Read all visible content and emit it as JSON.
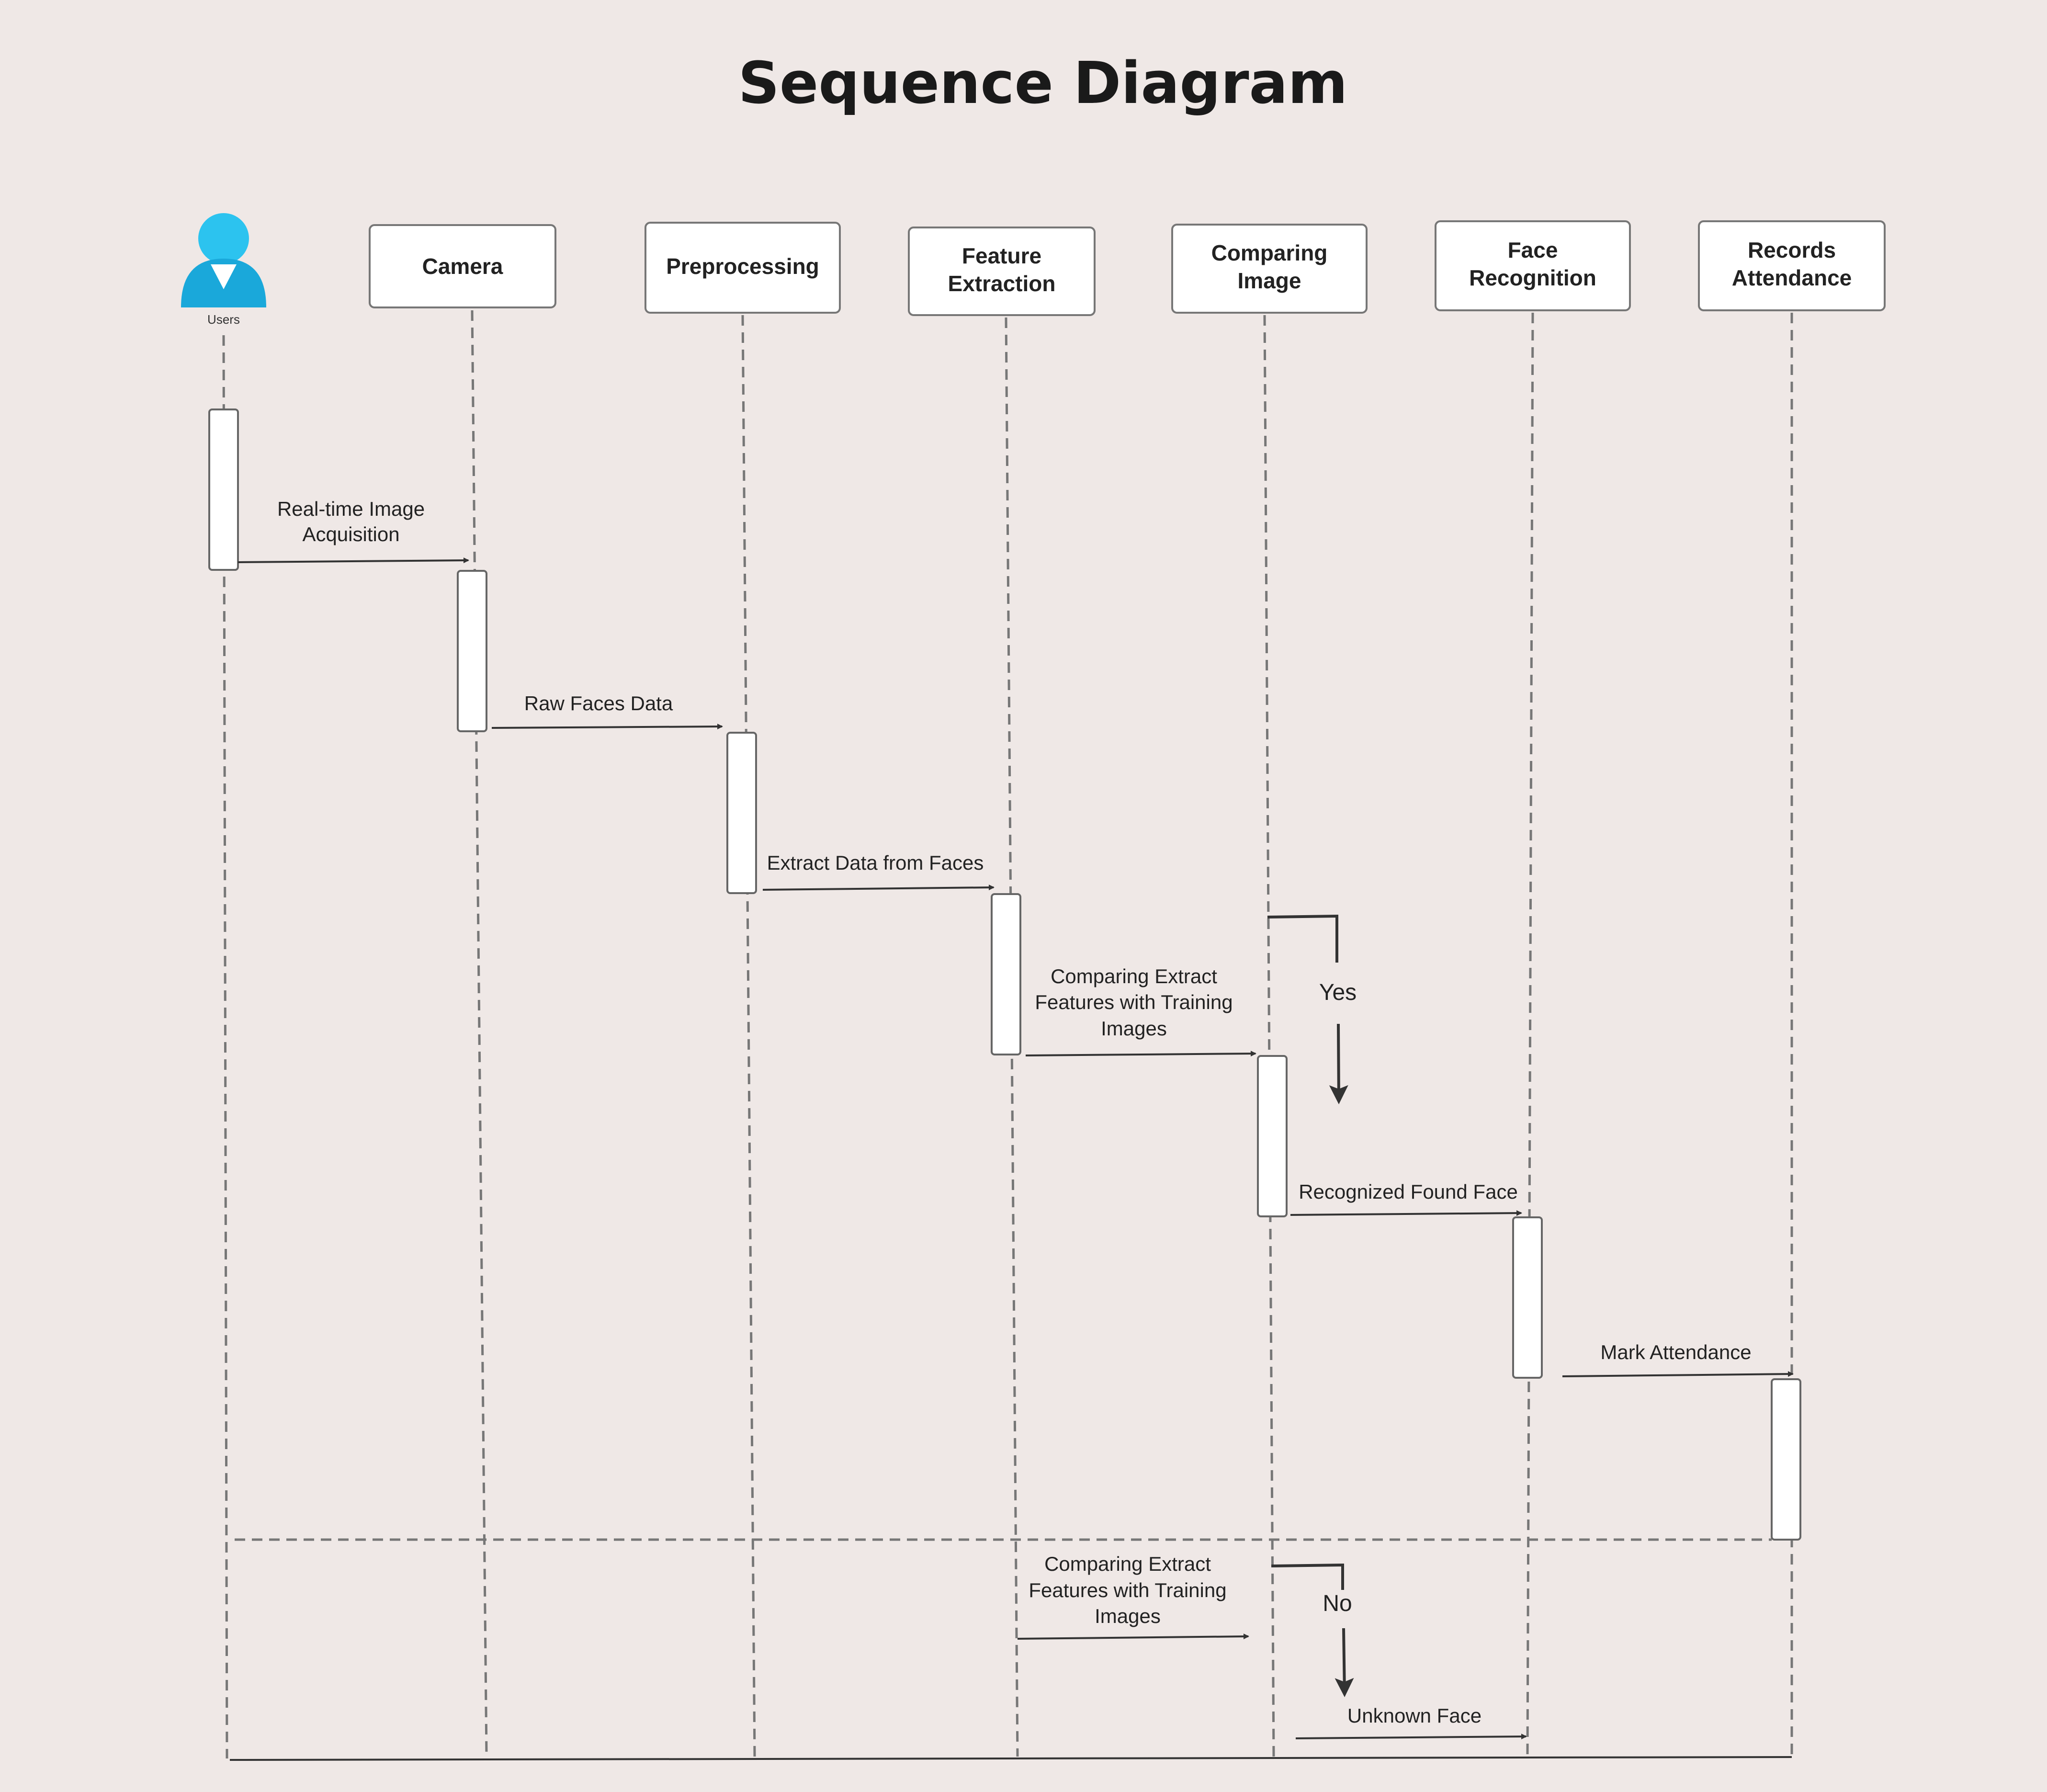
{
  "title": "Sequence Diagram",
  "actor": {
    "label": "Users",
    "icon": "user-icon",
    "color": "#22b4e6"
  },
  "participants": [
    {
      "id": "camera",
      "lines": [
        "Camera"
      ]
    },
    {
      "id": "preprocessing",
      "lines": [
        "Preprocessing"
      ]
    },
    {
      "id": "feature-extraction",
      "lines": [
        "Feature",
        "Extraction"
      ]
    },
    {
      "id": "comparing-image",
      "lines": [
        "Comparing",
        "Image"
      ]
    },
    {
      "id": "face-recognition",
      "lines": [
        "Face",
        "Recognition"
      ]
    },
    {
      "id": "records-attendance",
      "lines": [
        "Records",
        "Attendance"
      ]
    }
  ],
  "messages": [
    {
      "id": "real-time-image-acquisition",
      "lines": [
        "Real-time Image",
        "Acquisition"
      ]
    },
    {
      "id": "raw-faces-data",
      "lines": [
        "Raw Faces Data"
      ]
    },
    {
      "id": "extract-data-from-faces",
      "lines": [
        "Extract Data from Faces"
      ]
    },
    {
      "id": "comparing-extract-features-yes",
      "lines": [
        "Comparing Extract",
        "Features with Training",
        "Images"
      ]
    },
    {
      "id": "recognized-found-face",
      "lines": [
        "Recognized Found Face"
      ]
    },
    {
      "id": "mark-attendance",
      "lines": [
        "Mark Attendance"
      ]
    },
    {
      "id": "comparing-extract-features-no",
      "lines": [
        "Comparing Extract",
        "Features with Training",
        "Images"
      ]
    },
    {
      "id": "unknown-face",
      "lines": [
        "Unknown Face"
      ]
    }
  ],
  "branches": {
    "yes": "Yes",
    "no": "No"
  },
  "colors": {
    "background": "#efe8e6",
    "line": "#333333",
    "dashed": "#777777",
    "box_fill": "#ffffff",
    "box_border": "#777777"
  }
}
